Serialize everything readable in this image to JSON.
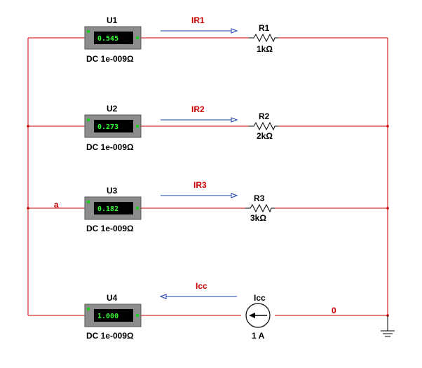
{
  "colors": {
    "wire": "#cc0000",
    "arrow": "#1a3fa8",
    "meter_body": "#8c8c8c",
    "lcd_bg": "#000000",
    "lcd_text": "#33ff33",
    "terminal": "#22cc22",
    "current_label": "#cc0000",
    "node_label": "#cc0000"
  },
  "meters": [
    {
      "name": "U1",
      "reading": "0.545",
      "mode": "DC  1e-009Ω"
    },
    {
      "name": "U2",
      "reading": "0.273",
      "mode": "DC  1e-009Ω"
    },
    {
      "name": "U3",
      "reading": "0.182",
      "mode": "DC  1e-009Ω"
    },
    {
      "name": "U4",
      "reading": "1.000",
      "mode": "DC  1e-009Ω"
    }
  ],
  "resistors": [
    {
      "name": "R1",
      "value": "1kΩ"
    },
    {
      "name": "R2",
      "value": "2kΩ"
    },
    {
      "name": "R3",
      "value": "3kΩ"
    }
  ],
  "currents": [
    {
      "label": "IR1",
      "direction": "right"
    },
    {
      "label": "IR2",
      "direction": "right"
    },
    {
      "label": "IR3",
      "direction": "right"
    },
    {
      "label": "Icc",
      "direction": "left"
    }
  ],
  "source": {
    "name": "Icc",
    "value": "1 A"
  },
  "nodes": {
    "left": "a",
    "right": "0"
  },
  "ground": {
    "icon": "ground-icon"
  }
}
